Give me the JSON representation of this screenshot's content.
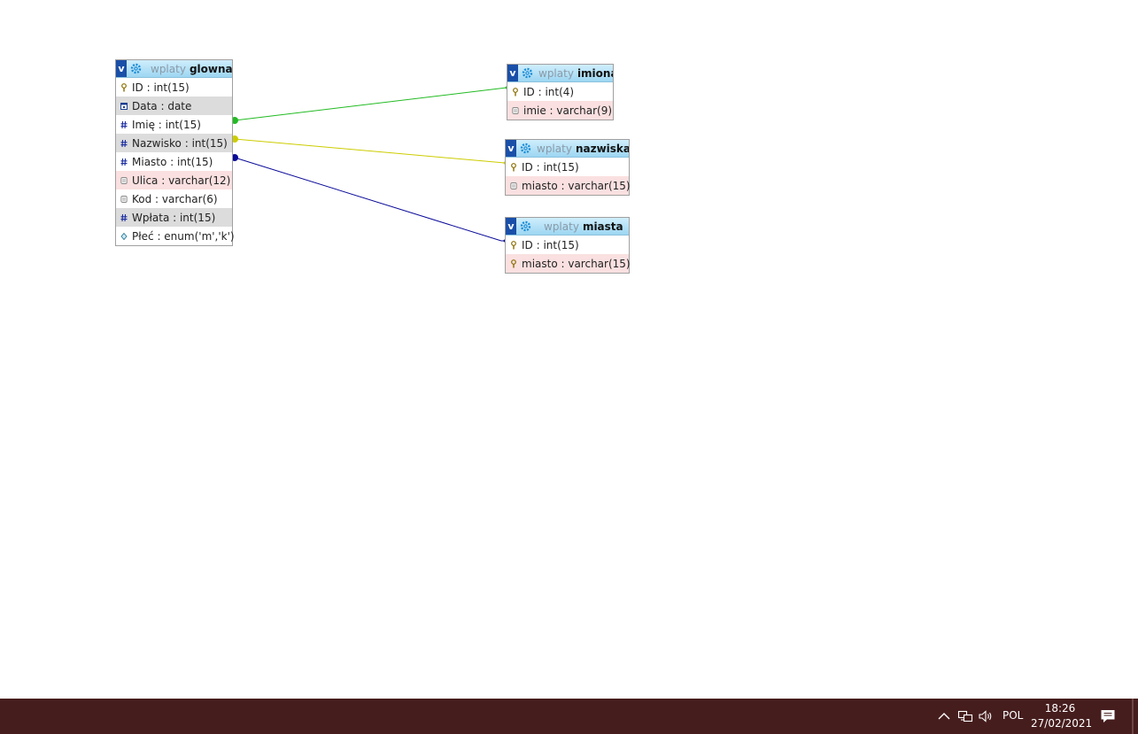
{
  "tables": [
    {
      "id": "glowna",
      "db": "wplaty",
      "name": "glowna",
      "toggle": "v",
      "columns": [
        {
          "text": "ID : int(15)",
          "icon": "key-icon",
          "bg": "white"
        },
        {
          "text": "Data : date",
          "icon": "date-icon",
          "bg": "grey"
        },
        {
          "text": "Imię : int(15)",
          "icon": "number-icon",
          "bg": "white"
        },
        {
          "text": "Nazwisko : int(15)",
          "icon": "number-icon",
          "bg": "grey"
        },
        {
          "text": "Miasto : int(15)",
          "icon": "number-icon",
          "bg": "white"
        },
        {
          "text": "Ulica : varchar(12)",
          "icon": "text-icon",
          "bg": "pink"
        },
        {
          "text": "Kod : varchar(6)",
          "icon": "text-icon",
          "bg": "white"
        },
        {
          "text": "Wpłata : int(15)",
          "icon": "number-icon",
          "bg": "grey"
        },
        {
          "text": "Płeć : enum('m','k')",
          "icon": "enum-icon",
          "bg": "white"
        }
      ]
    },
    {
      "id": "imiona",
      "db": "wplaty",
      "name": "imiona",
      "toggle": "v",
      "columns": [
        {
          "text": "ID : int(4)",
          "icon": "key-icon",
          "bg": "white"
        },
        {
          "text": "imie : varchar(9)",
          "icon": "text-icon",
          "bg": "pink"
        }
      ]
    },
    {
      "id": "nazwiska",
      "db": "wplaty",
      "name": "nazwiska",
      "toggle": "v",
      "columns": [
        {
          "text": "ID : int(15)",
          "icon": "key-icon",
          "bg": "white"
        },
        {
          "text": "miasto : varchar(15)",
          "icon": "text-icon",
          "bg": "pink"
        }
      ]
    },
    {
      "id": "miasta",
      "db": "wplaty",
      "name": "miasta",
      "toggle": "v",
      "columns": [
        {
          "text": "ID : int(15)",
          "icon": "key-icon",
          "bg": "white"
        },
        {
          "text": "miasto : varchar(15)",
          "icon": "key-icon",
          "bg": "pink"
        }
      ]
    }
  ],
  "relations": [
    {
      "from": "glowna.Imię",
      "to": "imiona.ID",
      "color": "#22bb22"
    },
    {
      "from": "glowna.Nazwisko",
      "to": "nazwiska.ID",
      "color": "#cccc00"
    },
    {
      "from": "glowna.Miasto",
      "to": "miasta.ID",
      "color": "#0a0a99"
    }
  ],
  "colors": {
    "header_gradient_top": "#cfeefc",
    "header_gradient_bottom": "#9dd6f2",
    "toggle_bg": "#1a4fa8",
    "row_grey": "#dcdcdc",
    "row_pink": "#fae0e0",
    "taskbar_bg": "#461d1d"
  },
  "taskbar": {
    "language": "POL",
    "time": "18:26",
    "date": "27/02/2021",
    "icons": [
      "chevron-up-icon",
      "network-icon",
      "volume-icon",
      "notification-icon"
    ]
  }
}
